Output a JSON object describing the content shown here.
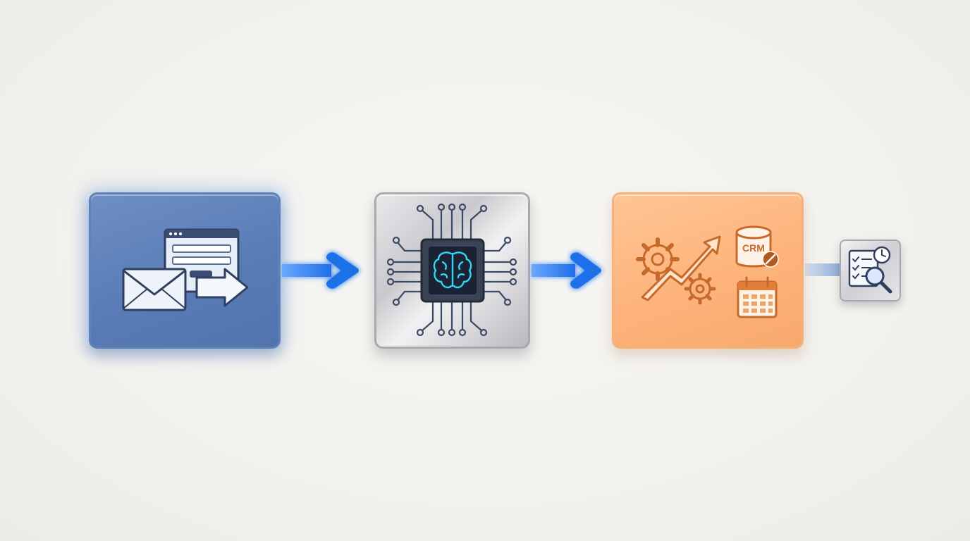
{
  "diagram": {
    "nodes": [
      {
        "id": "input",
        "icons": [
          "envelope-icon",
          "web-form-icon",
          "forward-arrow-icon"
        ]
      },
      {
        "id": "ai",
        "icons": [
          "circuit-icon",
          "chip-icon",
          "brain-icon"
        ]
      },
      {
        "id": "actions",
        "icons": [
          "gears-icon",
          "growth-arrow-icon",
          "crm-database-icon",
          "calendar-icon"
        ]
      },
      {
        "id": "review",
        "icons": [
          "checklist-icon",
          "clock-icon",
          "magnifier-icon"
        ]
      }
    ],
    "crm_label": "CRM",
    "colors": {
      "input_node": "#5a7cb6",
      "ai_node": "#c9c9cd",
      "actions_node": "#fdb37b",
      "arrow": "#1f6fe8",
      "orange_icon": "#c7692a",
      "dark_icon": "#2f3f5f"
    }
  }
}
